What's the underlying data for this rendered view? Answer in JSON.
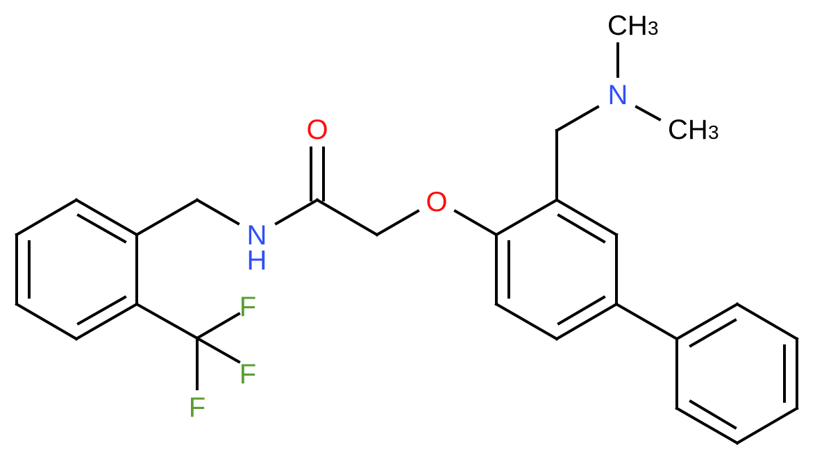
{
  "diagram": {
    "type": "chemical-structure",
    "colors": {
      "bond": "#000000",
      "nitrogen": "#3050F8",
      "oxygen": "#FF0D0D",
      "fluorine": "#5A9E32",
      "carbon": "#000000",
      "background": "#FFFFFF"
    },
    "atoms": {
      "carbonyl_o": "O",
      "ether_o": "O",
      "amide_n": "N",
      "amide_h": "H",
      "amine_n": "N",
      "methyl_top_c": "CH",
      "methyl_top_sub": "3",
      "methyl_right_c": "CH",
      "methyl_right_sub": "3",
      "f1": "F",
      "f2": "F",
      "f3": "F"
    }
  }
}
